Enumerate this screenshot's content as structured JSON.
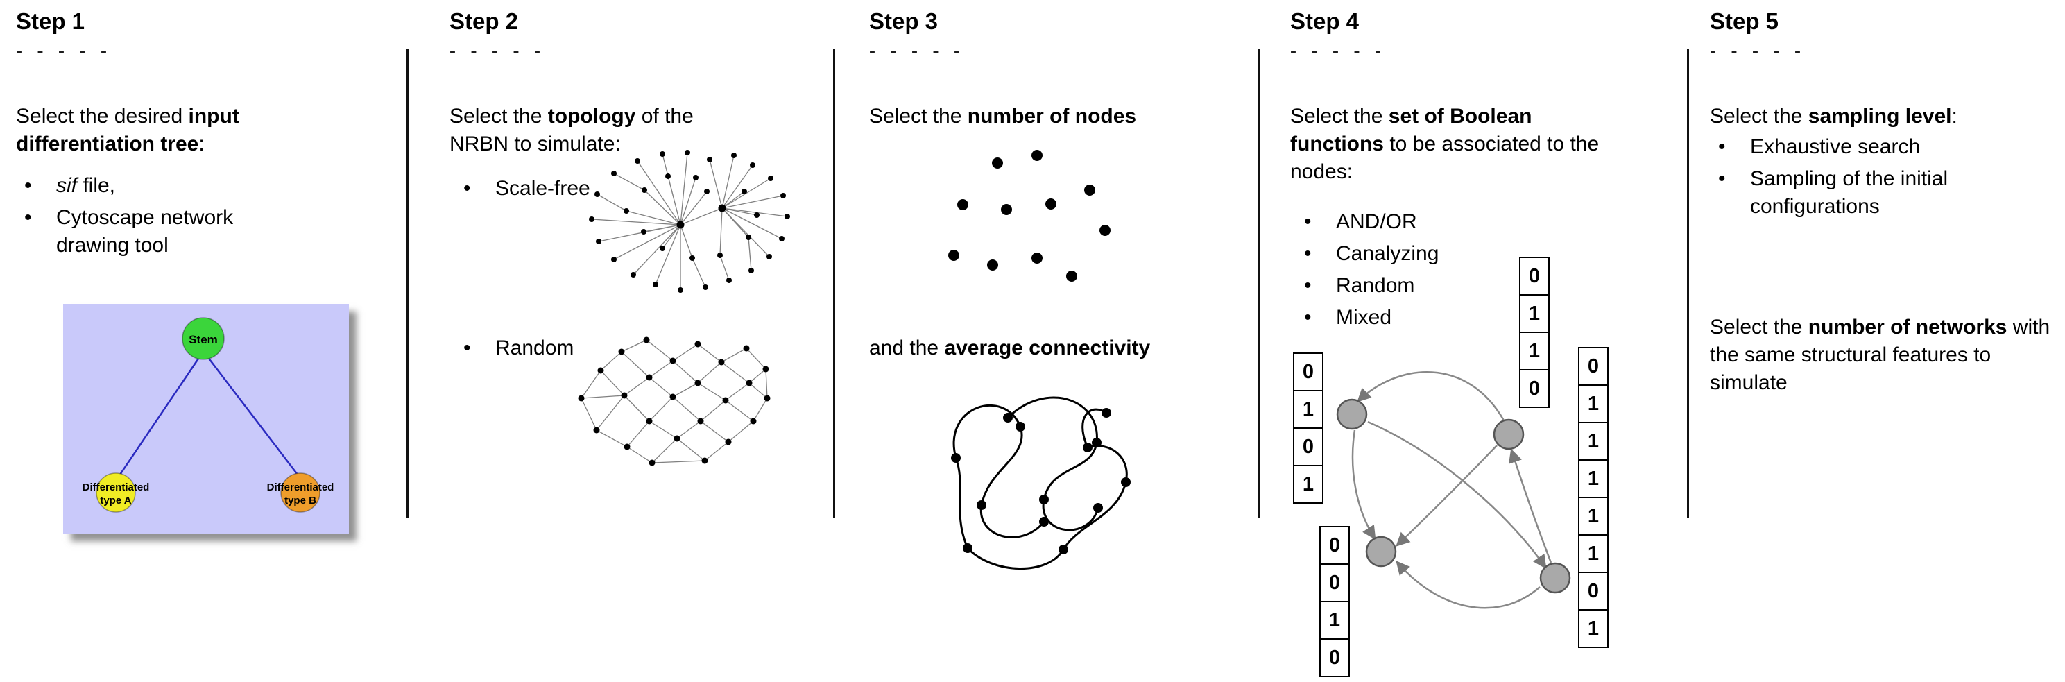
{
  "ui": {
    "bullet": "•"
  },
  "steps": {
    "step1": {
      "title": "Step 1",
      "dashes": "- - - - -",
      "intro_pre": "Select the desired ",
      "intro_bold": "input differentiation tree",
      "intro_post": ":",
      "bullet1_italic": "sif",
      "bullet1_rest": " file,",
      "bullet2": "Cytoscape network drawing tool",
      "tree": {
        "stem_label": "Stem",
        "type_a_line1": "Differentiated",
        "type_a_line2": "type A",
        "type_b_line1": "Differentiated",
        "type_b_line2": "type B",
        "bg_color": "#c9c9fa",
        "stem_color": "#3bd53b",
        "type_a_color": "#f0ec25",
        "type_b_color": "#ef9d2b",
        "edge_color": "#2a2ac0"
      }
    },
    "step2": {
      "title": "Step 2",
      "dashes": "- - - - -",
      "intro_pre": "Select the ",
      "intro_bold": "topology",
      "intro_post": " of the NRBN to simulate:",
      "bullet1": "Scale-free",
      "bullet2": "Random"
    },
    "step3": {
      "title": "Step 3",
      "dashes": "- - - - -",
      "intro_pre": "Select the ",
      "intro_bold": "number of nodes",
      "second_pre": "and the ",
      "second_bold": "average connectivity"
    },
    "step4": {
      "title": "Step 4",
      "dashes": "- - - - -",
      "intro_pre": "Select the ",
      "intro_bold": "set of Boolean functions",
      "intro_post": " to be associated to the nodes:",
      "bullets": [
        "AND/OR",
        "Canalyzing",
        "Random",
        "Mixed"
      ],
      "node_color": "#a9a9a9",
      "tables": {
        "left": [
          "0",
          "1",
          "0",
          "1"
        ],
        "top": [
          "0",
          "1",
          "1",
          "0"
        ],
        "bottom": [
          "0",
          "0",
          "1",
          "0"
        ],
        "right": [
          "0",
          "1",
          "1",
          "1",
          "1",
          "1",
          "0",
          "1"
        ]
      }
    },
    "step5": {
      "title": "Step 5",
      "dashes": "- - - - -",
      "intro_pre": "Select the ",
      "intro_bold": "sampling level",
      "intro_post": ":",
      "bullet1": "Exhaustive search",
      "bullet2": "Sampling of the initial configurations",
      "second_pre": "Select the ",
      "second_bold": "number of networks",
      "second_post": " with the same structural features to simulate"
    }
  }
}
